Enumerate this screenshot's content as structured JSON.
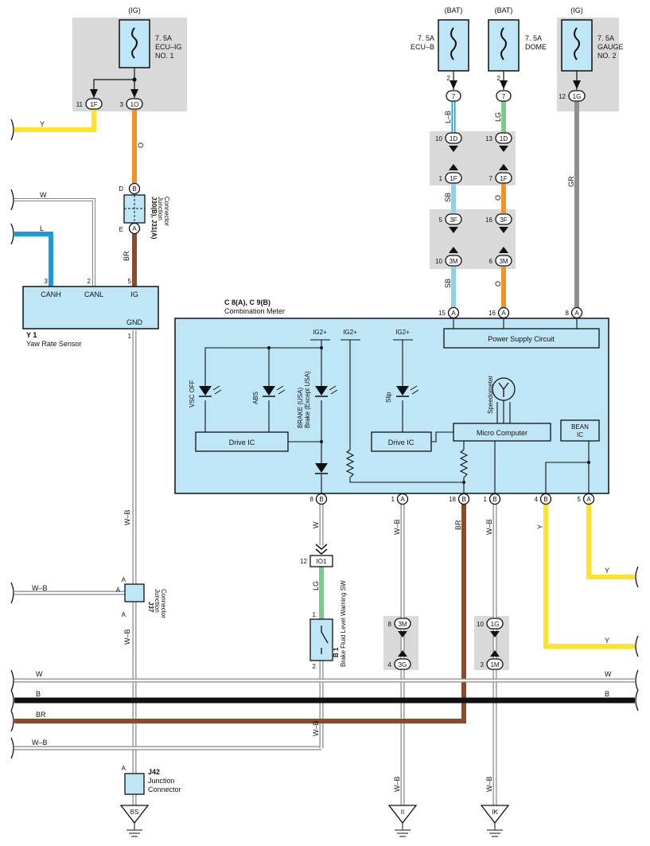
{
  "colors": {
    "orange": "#f39324",
    "brown": "#8a4b2a",
    "yellow": "#ffe32a",
    "blue": "#1a9ad9",
    "skyblue": "#8fd0ee",
    "lightgreen": "#7cc98f",
    "gray": "#8e8e8e",
    "black": "#111111",
    "component_fill": "#bfe6f7",
    "connector_gray": "#d9d9d9"
  },
  "fuses": {
    "ig1": {
      "source": "(IG)",
      "rating": "7. 5A",
      "name1": "ECU–IG",
      "name2": "NO. 1"
    },
    "ecub": {
      "source": "(BAT)",
      "rating": "7. 5A",
      "name1": "ECU–B"
    },
    "dome": {
      "source": "(BAT)",
      "rating": "7. 5A",
      "name1": "DOME"
    },
    "gauge": {
      "source": "(IG)",
      "rating": "7. 5A",
      "name1": "GAUGE",
      "name2": "NO. 2"
    }
  },
  "connectors": {
    "c1F": "1F",
    "c1O": "1O",
    "c7": "7",
    "c1G": "1G",
    "c1D": "1D",
    "c3F": "3F",
    "c3M": "3M",
    "c3G": "3G",
    "c1M": "1M",
    "cIO1": "IO1",
    "cA": "A",
    "cB": "B"
  },
  "pins": {
    "p11": "11",
    "p3": "3",
    "p2": "2",
    "p12": "12",
    "p10": "10",
    "p13": "13",
    "p1": "1",
    "p7": "7",
    "p5": "5",
    "p16": "16",
    "p6": "6",
    "p15": "15",
    "p8": "8",
    "p18": "18",
    "p4": "4",
    "pD": "D",
    "pE": "E",
    "pA": "A"
  },
  "wires": {
    "y": "Y",
    "o": "O",
    "w": "W",
    "l": "L",
    "br": "BR",
    "lb": "L–B",
    "lg": "LG",
    "sb": "SB",
    "gr": "GR",
    "wb": "W–B",
    "b": "B"
  },
  "junctions": {
    "j30": "J30(B), J31(A)",
    "j37": "J37",
    "j42": "J42",
    "junction": "Junction",
    "connector": "Connector"
  },
  "yaw": {
    "id": "Y 1",
    "name": "Yaw Rate Sensor",
    "canh": "CANH",
    "canl": "CANL",
    "ig": "IG",
    "gnd": "GND"
  },
  "meter": {
    "id": "C 8(A), C 9(B)",
    "name": "Combination Meter",
    "power": "Power Supply Circuit",
    "ig2": "IG2+",
    "vsc": "VSC OFF",
    "abs": "ABS",
    "brake1": "BRAKE (USA)",
    "brake2": "Brake (Except USA)",
    "slip": "Slip",
    "speedometer": "Speedometer",
    "drive_ic": "Drive IC",
    "micro": "Micro Computer",
    "bean1": "BEAN",
    "bean2": "IC"
  },
  "brake_sw": {
    "id": "B 1",
    "name": "Brake Fluid Level Warning SW"
  },
  "grounds": {
    "bs": "BS",
    "ii": "II",
    "ik": "IK"
  }
}
